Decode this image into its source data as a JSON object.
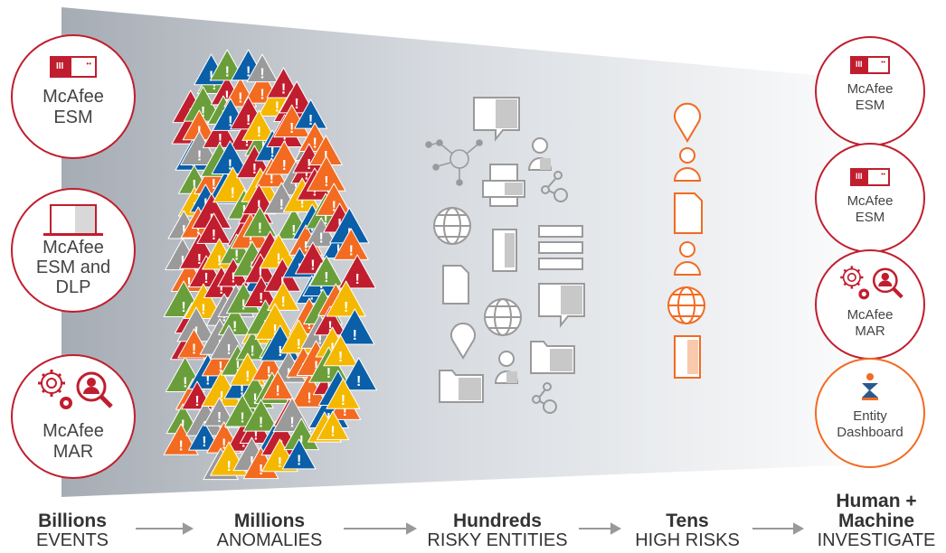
{
  "colors": {
    "brand_red": "#c01e2e",
    "orange": "#f26b21",
    "gray_icon": "#9a9a9a",
    "alert_colors": [
      "#c01e2e",
      "#0a5fa8",
      "#6a9e3a",
      "#f5b800",
      "#f26b21",
      "#9a9a9a"
    ]
  },
  "left_products": [
    {
      "line1": "McAfee",
      "line2": "ESM",
      "line3": "",
      "icon": "server-icon"
    },
    {
      "line1": "McAfee",
      "line2": "ESM and",
      "line3": "DLP",
      "icon": "laptop-icon"
    },
    {
      "line1": "McAfee",
      "line2": "MAR",
      "line3": "",
      "icon": "gears-search-icon"
    }
  ],
  "right_products": [
    {
      "line1": "McAfee",
      "line2": "ESM",
      "icon": "server-icon"
    },
    {
      "line1": "McAfee",
      "line2": "ESM",
      "icon": "server-icon"
    },
    {
      "line1": "McAfee",
      "line2": "MAR",
      "icon": "gears-search-icon"
    },
    {
      "line1": "Entity",
      "line2": "Dashboard",
      "icon": "sigma-person-icon"
    }
  ],
  "alert_mark": "!",
  "stages": [
    {
      "bold": "Billions",
      "sub": "EVENTS"
    },
    {
      "bold": "Millions",
      "sub": "ANOMALIES"
    },
    {
      "bold": "Hundreds",
      "sub": "RISKY ENTITIES"
    },
    {
      "bold": "Tens",
      "sub": "HIGH RISKS"
    },
    {
      "bold": "Human +\nMachine",
      "sub": "INVESTIGATE"
    }
  ],
  "stage_bold_line1": "Human +",
  "stage_bold_line2": "Machine"
}
